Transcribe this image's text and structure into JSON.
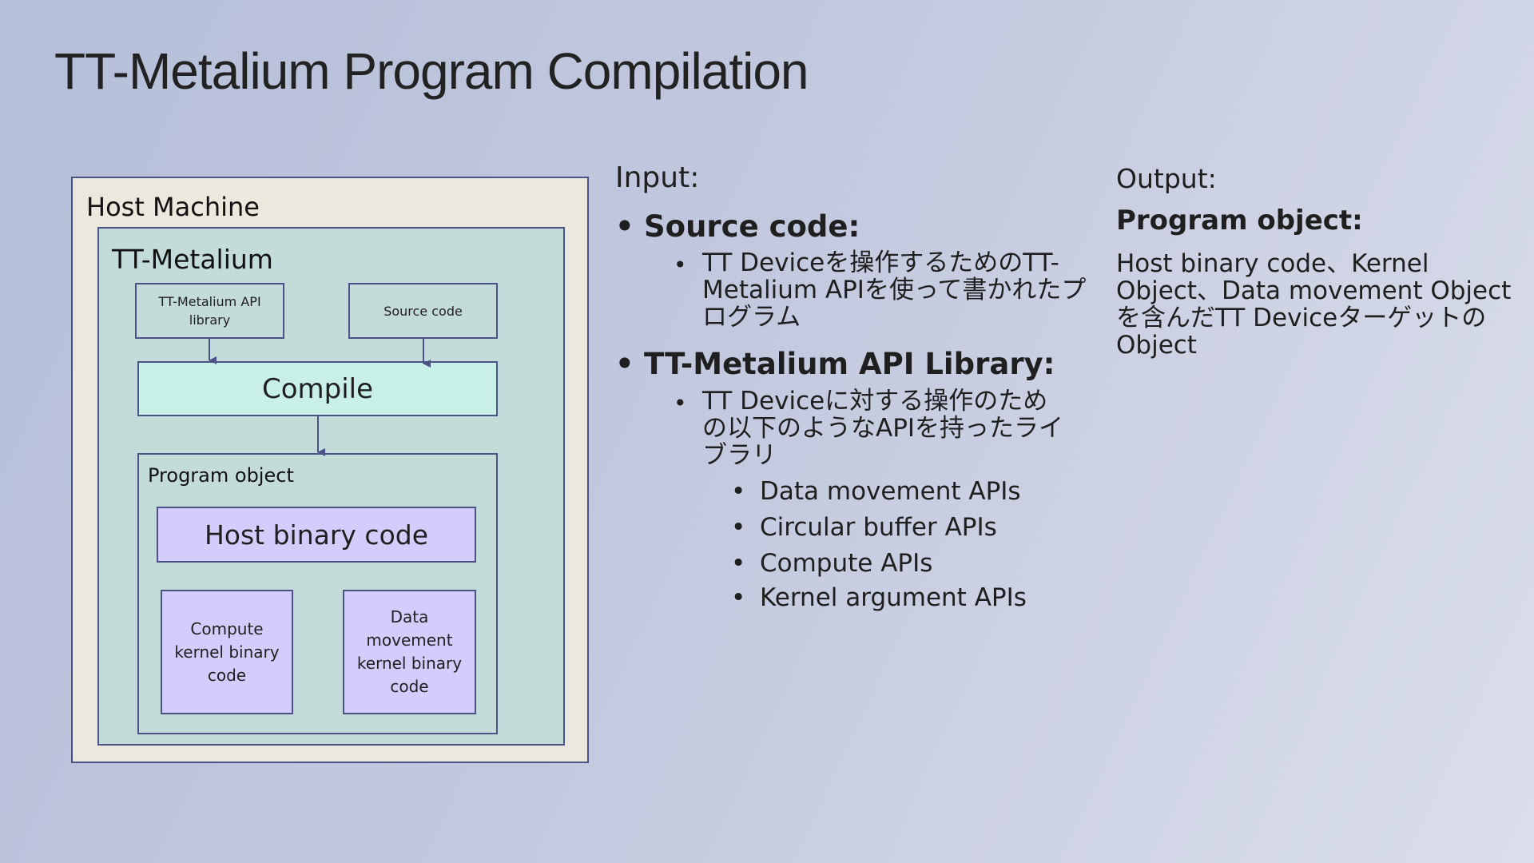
{
  "slide": {
    "title": "TT-Metalium Program Compilation"
  },
  "diagram": {
    "host_machine_label": "Host Machine",
    "tt_metalium_label": "TT-Metalium",
    "api_library_box": "TT-Metalium API library",
    "source_code_box": "Source code",
    "compile_box": "Compile",
    "program_object_label": "Program object",
    "host_binary_box": "Host binary code",
    "compute_kernel_box": "Compute kernel binary code",
    "data_movement_box": "Data movement kernel binary code"
  },
  "input": {
    "label": "Input:",
    "source_code": {
      "heading": "Source code:",
      "description": "TT Deviceを操作するためのTT-Metalium APIを使って書かれたプログラム"
    },
    "api_library": {
      "heading": "TT-Metalium API Library:",
      "description": "TT Deviceに対する操作のための以下のようなAPIを持ったライブラリ",
      "apis": [
        "Data movement APIs",
        "Circular buffer APIs",
        "Compute APIs",
        "Kernel argument APIs"
      ]
    }
  },
  "output": {
    "label": "Output:",
    "heading": "Program object:",
    "description": "Host binary code、Kernel Object、Data movement Objectを含んだTT DeviceターゲットのObject"
  },
  "colors": {
    "border": "#4b5285",
    "host_fill": "#ede8de",
    "metalium_fill": "#c3dbd9",
    "compile_fill": "#c8f0e8",
    "binary_fill": "#d4ccfb"
  }
}
